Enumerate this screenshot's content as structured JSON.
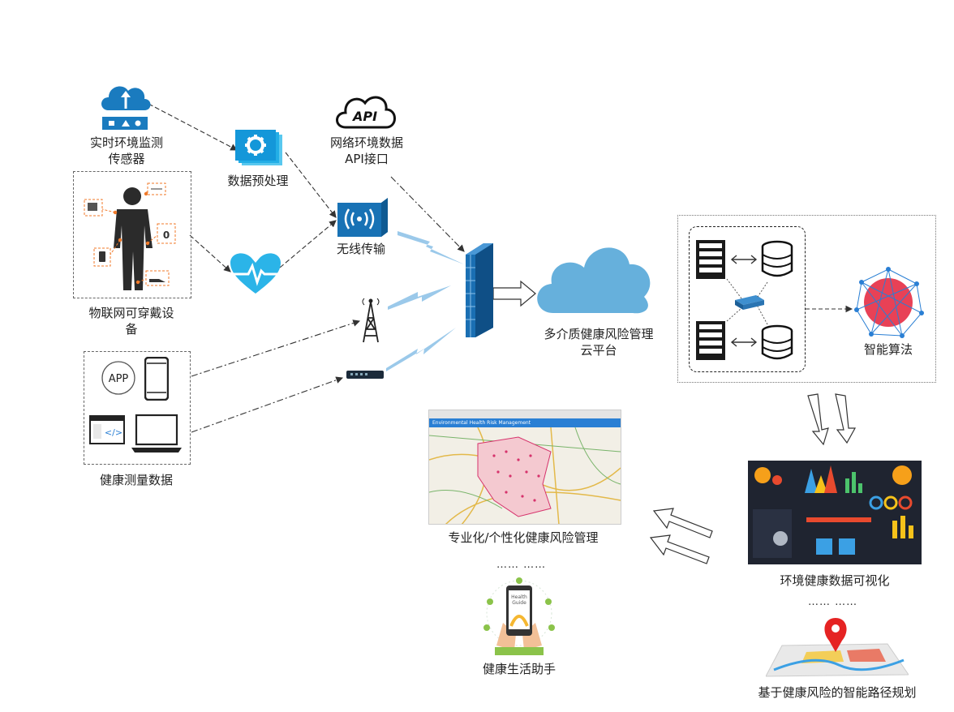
{
  "labels": {
    "sensor_line1": "实时环境监测",
    "sensor_line2": "传感器",
    "preprocess": "数据预处理",
    "api_line1": "网络环境数据",
    "api_line2": "API接口",
    "api_icon_text": "API",
    "wireless": "无线传输",
    "wearable_line1": "物联网可穿戴设",
    "wearable_line2": "备",
    "health_measure": "健康测量数据",
    "app_icon_text": "APP",
    "cloud_line1": "多介质健康风险管理",
    "cloud_line2": "云平台",
    "algorithm": "智能算法",
    "risk_mgmt": "专业化/个性化健康风险管理",
    "map_header": "Environmental Health Risk Management",
    "visualization": "环境健康数据可视化",
    "life_assistant": "健康生活助手",
    "health_guide_line1": "Health",
    "health_guide_line2": "Guide",
    "route_planning": "基于健康风险的智能路径规划",
    "ellipsis_left": "…… ……",
    "ellipsis_right": "…… ……"
  },
  "colors": {
    "accent_blue": "#1a7bbf",
    "cloud_blue": "#66b0dc",
    "lightning_blue": "#9bc9ea",
    "sensor_orange": "#f07a2a",
    "dark_navy": "#1c2b3a"
  }
}
